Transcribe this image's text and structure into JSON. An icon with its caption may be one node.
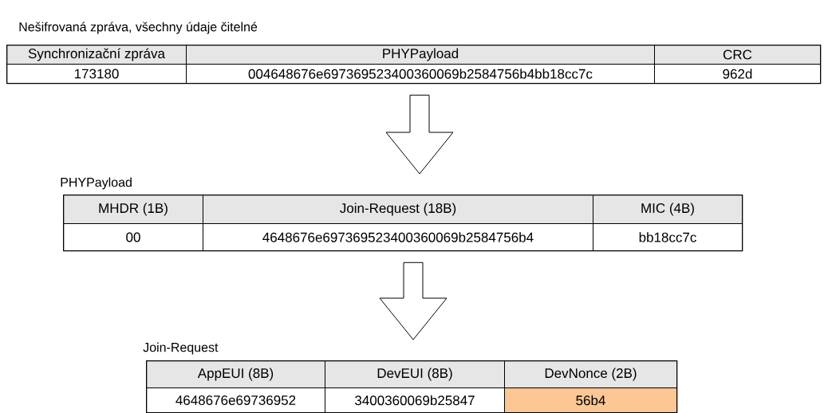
{
  "diagram": {
    "nodes": [
      {
        "text": [
          "Nešifrovaná zpráva, všechny údaje čitelné"
        ]
      },
      {
        "text": [
          "Synchronizační zpráva"
        ],
        "in": 0
      },
      {
        "text": [
          "PHYPayload"
        ],
        "in": 0
      },
      {
        "text": [
          "CRC"
        ],
        "in": 0
      },
      {
        "text": [
          "173180"
        ],
        "in": 0
      },
      {
        "text": [
          "004648676e697369523400360069b2584756b4bb18cc7c"
        ],
        "in": 0
      },
      {
        "text": [
          "962d"
        ],
        "in": 0
      },
      {
        "text": [
          "PHYPayload"
        ]
      },
      {
        "text": [
          "MHDR (1B)"
        ],
        "in": 7
      },
      {
        "text": [
          "Join-Request (18B)"
        ],
        "in": 7
      },
      {
        "text": [
          "MIC (4B)"
        ],
        "in": 7
      },
      {
        "text": [
          "00"
        ],
        "in": 7
      },
      {
        "text": [
          "4648676e697369523400360069b2584756b4"
        ],
        "in": 7
      },
      {
        "text": [
          "bb18cc7c"
        ],
        "in": 7
      },
      {
        "text": [
          "Join-Request"
        ]
      },
      {
        "text": [
          "AppEUI (8B)"
        ],
        "in": 14
      },
      {
        "text": [
          "DevEUI (8B)"
        ],
        "in": 14
      },
      {
        "text": [
          "DevNonce (2B)"
        ],
        "in": 14
      },
      {
        "text": [
          "4648676e69736952"
        ],
        "in": 14
      },
      {
        "text": [
          "3400360069b25847"
        ],
        "in": 14
      },
      {
        "text": [
          "56b4"
        ],
        "in": 14
      }
    ],
    "edges": [
      {
        "from": 0,
        "to": 7,
        "arrow": "to"
      },
      {
        "from": 7,
        "to": 14,
        "arrow": "to"
      }
    ]
  }
}
